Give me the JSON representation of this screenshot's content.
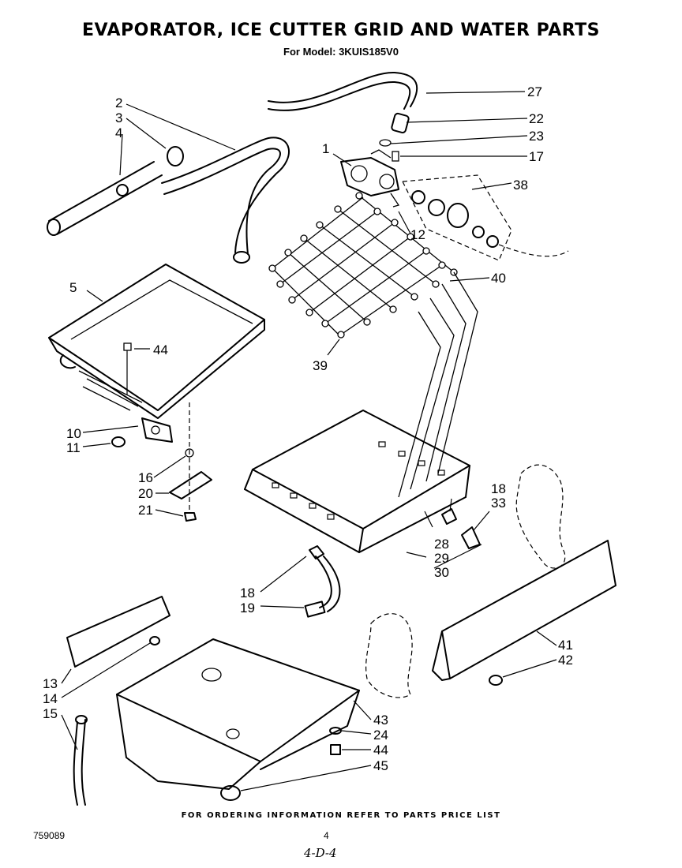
{
  "header": {
    "title": "EVAPORATOR, ICE CUTTER GRID AND WATER  PARTS",
    "model_line": "For Model: 3KUIS185V0"
  },
  "callouts": {
    "c1": "1",
    "c2": "2",
    "c3": "3",
    "c4": "4",
    "c5": "5",
    "c10": "10",
    "c11": "11",
    "c12": "12",
    "c13": "13",
    "c14": "14",
    "c15": "15",
    "c16": "16",
    "c17": "17",
    "c18a": "18",
    "c18b": "18",
    "c19": "19",
    "c20": "20",
    "c21": "21",
    "c22": "22",
    "c23": "23",
    "c24": "24",
    "c27": "27",
    "c28": "28",
    "c29": "29",
    "c30": "30",
    "c33": "33",
    "c38": "38",
    "c39": "39",
    "c40": "40",
    "c41": "41",
    "c42": "42",
    "c43": "43",
    "c44a": "44",
    "c44b": "44",
    "c45": "45"
  },
  "footer": {
    "ordering_note": "FOR ORDERING INFORMATION REFER TO PARTS PRICE LIST",
    "doc_number": "759089",
    "page_number": "4",
    "handwritten_code": "4-D-4"
  }
}
